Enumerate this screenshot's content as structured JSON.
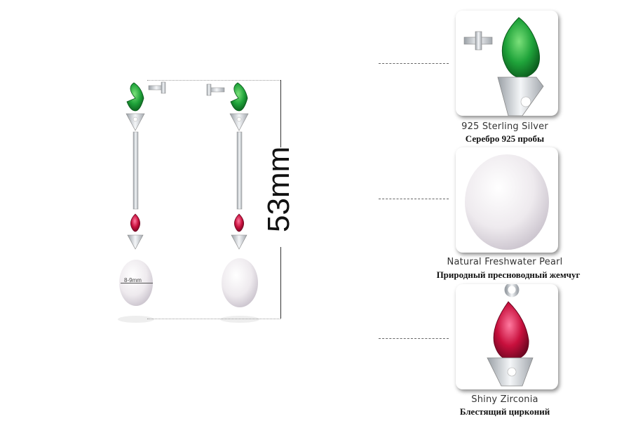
{
  "dimension": {
    "height_label": "53mm",
    "pearl_size_label": "8-9mm"
  },
  "features": [
    {
      "name_en": "925 Sterling Silver",
      "name_ru": "Серебро 925 пробы",
      "icon": "emerald-stud-icon"
    },
    {
      "name_en": "Natural Freshwater Pearl",
      "name_ru": "Природный пресноводный жемчуг",
      "icon": "pearl-icon"
    },
    {
      "name_en": "Shiny Zirconia",
      "name_ru": "Блестящий цирконий",
      "icon": "ruby-zirconia-icon"
    }
  ],
  "colors": {
    "emerald": "#1fa33a",
    "ruby": "#c8103d",
    "silver": "#cfd3d8",
    "pearl": "#f3f0f2"
  }
}
